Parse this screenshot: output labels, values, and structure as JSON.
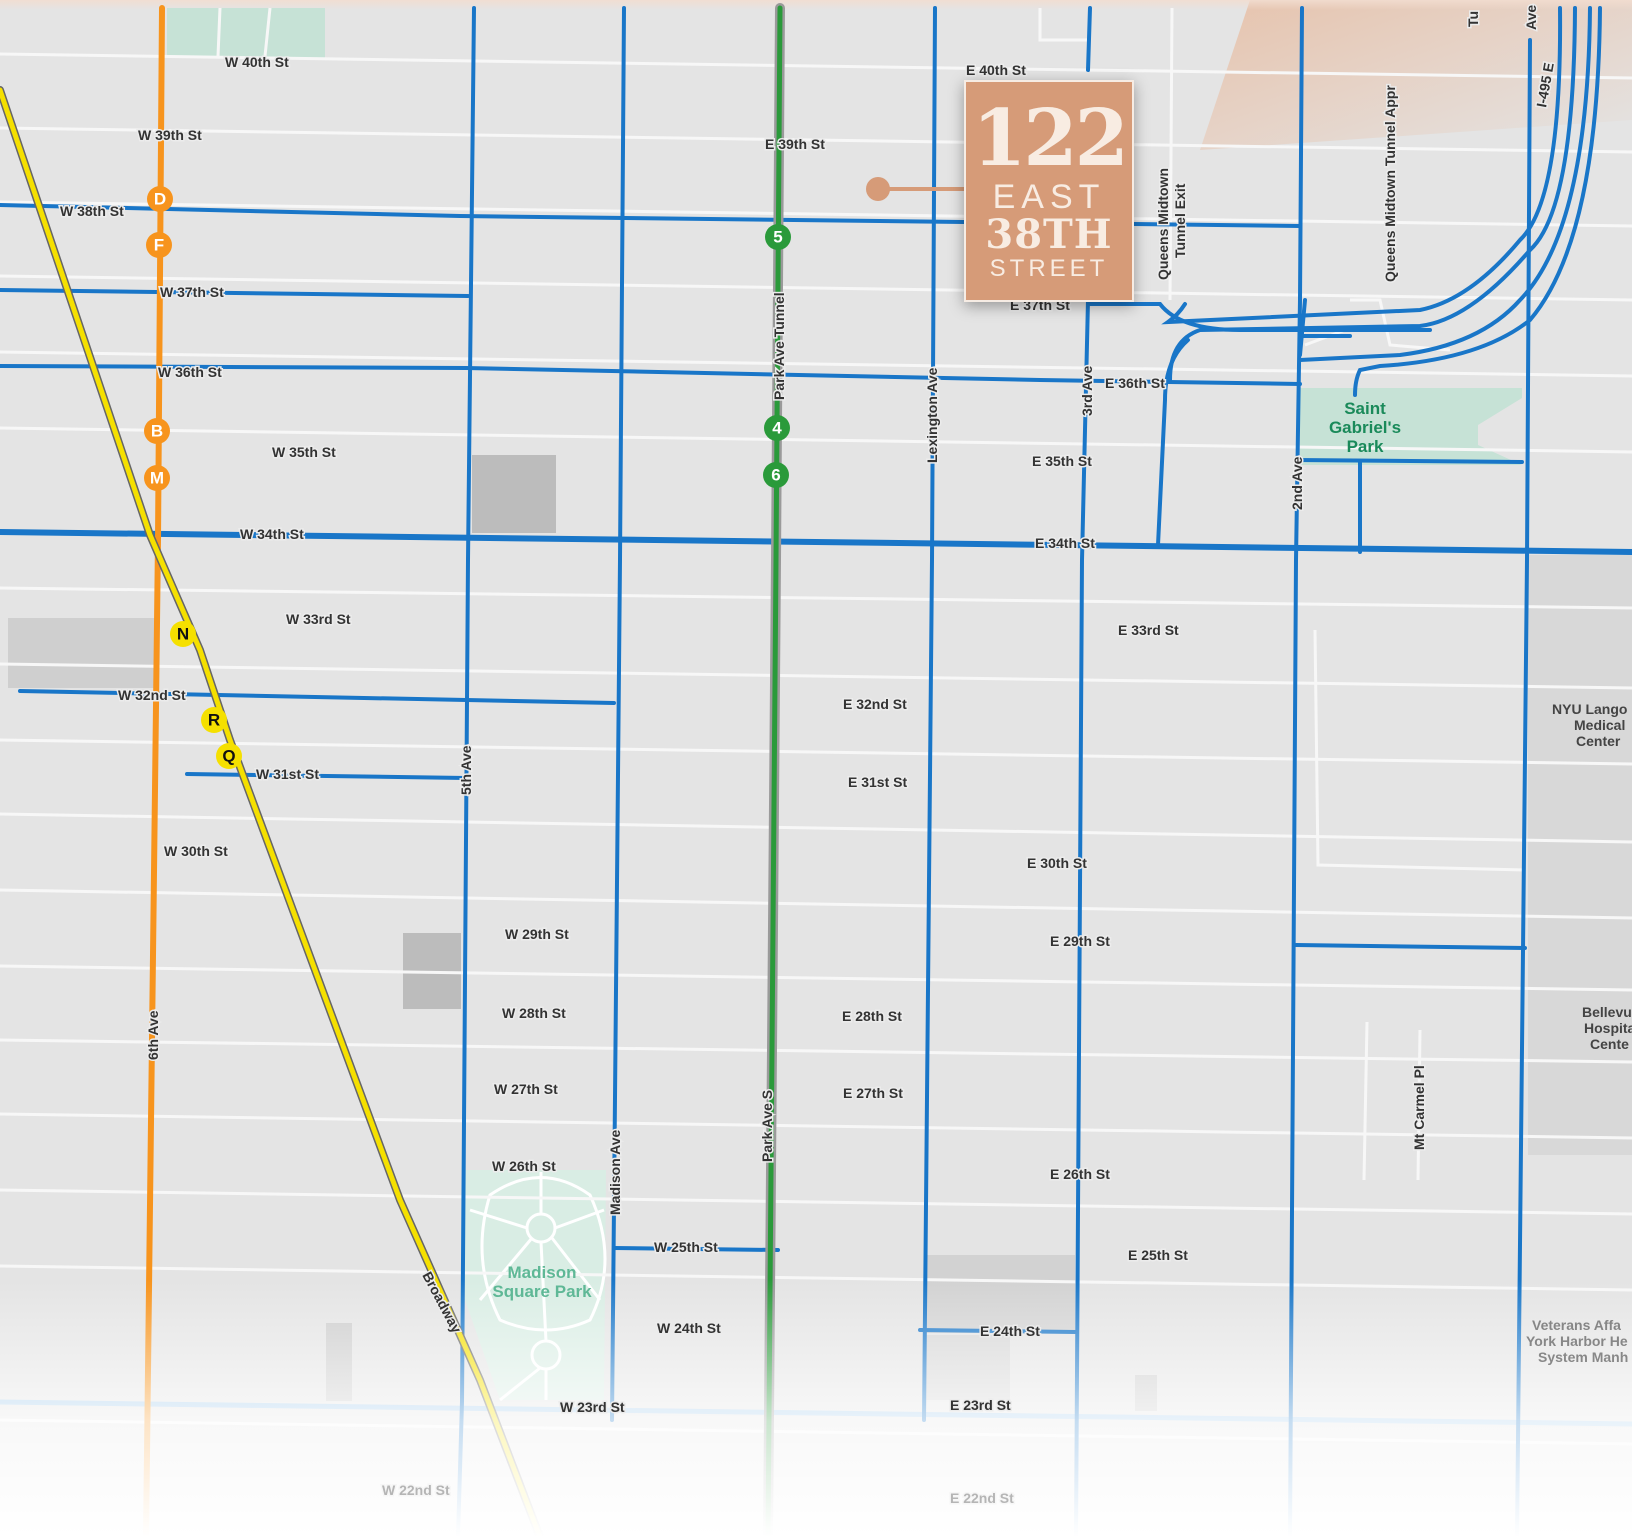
{
  "marker": {
    "number": "122",
    "line2": "EAST",
    "line3": "38TH",
    "line4": "STREET",
    "color": "#d69b78"
  },
  "colors": {
    "street_blue": "#1976c8",
    "subway_orange": "#f7941d",
    "subway_yellow": "#f5e000",
    "subway_green": "#2a9a3a",
    "park": "#c6e2d6"
  },
  "stations": [
    {
      "id": "D",
      "line": "orange"
    },
    {
      "id": "F",
      "line": "orange"
    },
    {
      "id": "B",
      "line": "orange"
    },
    {
      "id": "M",
      "line": "orange"
    },
    {
      "id": "N",
      "line": "yellow"
    },
    {
      "id": "R",
      "line": "yellow"
    },
    {
      "id": "Q",
      "line": "yellow"
    },
    {
      "id": "5",
      "line": "green"
    },
    {
      "id": "4",
      "line": "green"
    },
    {
      "id": "6",
      "line": "green"
    }
  ],
  "streets": [
    "W 40th St",
    "W 39th St",
    "W 38th St",
    "W 37th St",
    "W 36th St",
    "W 35th St",
    "W 34th St",
    "W 33rd St",
    "W 32nd St",
    "W 31st St",
    "W 30th St",
    "W 29th St",
    "W 28th St",
    "W 27th St",
    "W 26th St",
    "W 25th St",
    "W 24th St",
    "W 23rd St",
    "W 22nd St",
    "E 40th St",
    "E 39th St",
    "E 37th St",
    "E 36th St",
    "E 35th St",
    "E 34th St",
    "E 33rd St",
    "E 32nd St",
    "E 31st St",
    "E 30th St",
    "E 29th St",
    "E 28th St",
    "E 27th St",
    "E 26th St",
    "E 25th St",
    "E 24th St",
    "E 23rd St",
    "E 22nd St"
  ],
  "avenues": [
    "6th Ave",
    "5th Ave",
    "Madison Ave",
    "Park Ave Tunnel",
    "Park Ave S",
    "Lexington Ave",
    "3rd Ave",
    "2nd Ave",
    "Broadway",
    "Mt Carmel Pl",
    "I-495 E",
    "Queens Midtown Tunnel Appr",
    "Queens Midtown",
    "Tunnel Exit",
    "Tu",
    "Ave"
  ],
  "parks": [
    {
      "line1": "Saint",
      "line2": "Gabriel's",
      "line3": "Park"
    },
    {
      "line1": "Madison",
      "line2": "Square Park"
    }
  ],
  "pois": [
    {
      "lines": [
        "NYU Lango",
        "Medical",
        "Center"
      ]
    },
    {
      "lines": [
        "Bellevu",
        "Hospita",
        "Cente"
      ]
    },
    {
      "lines": [
        "Veterans Affa",
        "York Harbor He",
        "System Manh"
      ]
    }
  ]
}
